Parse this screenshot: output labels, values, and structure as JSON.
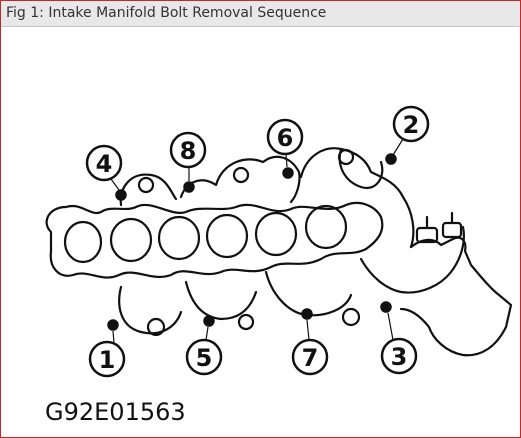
{
  "figure": {
    "title": "Fig 1: Intake Manifold Bolt Removal Sequence",
    "code": "G92E01563"
  },
  "sequence": {
    "labels": [
      "1",
      "2",
      "3",
      "4",
      "5",
      "6",
      "7",
      "8"
    ]
  },
  "colors": {
    "border": "#c62828",
    "titlebar": "#e8e8e8",
    "ink": "#111111"
  }
}
